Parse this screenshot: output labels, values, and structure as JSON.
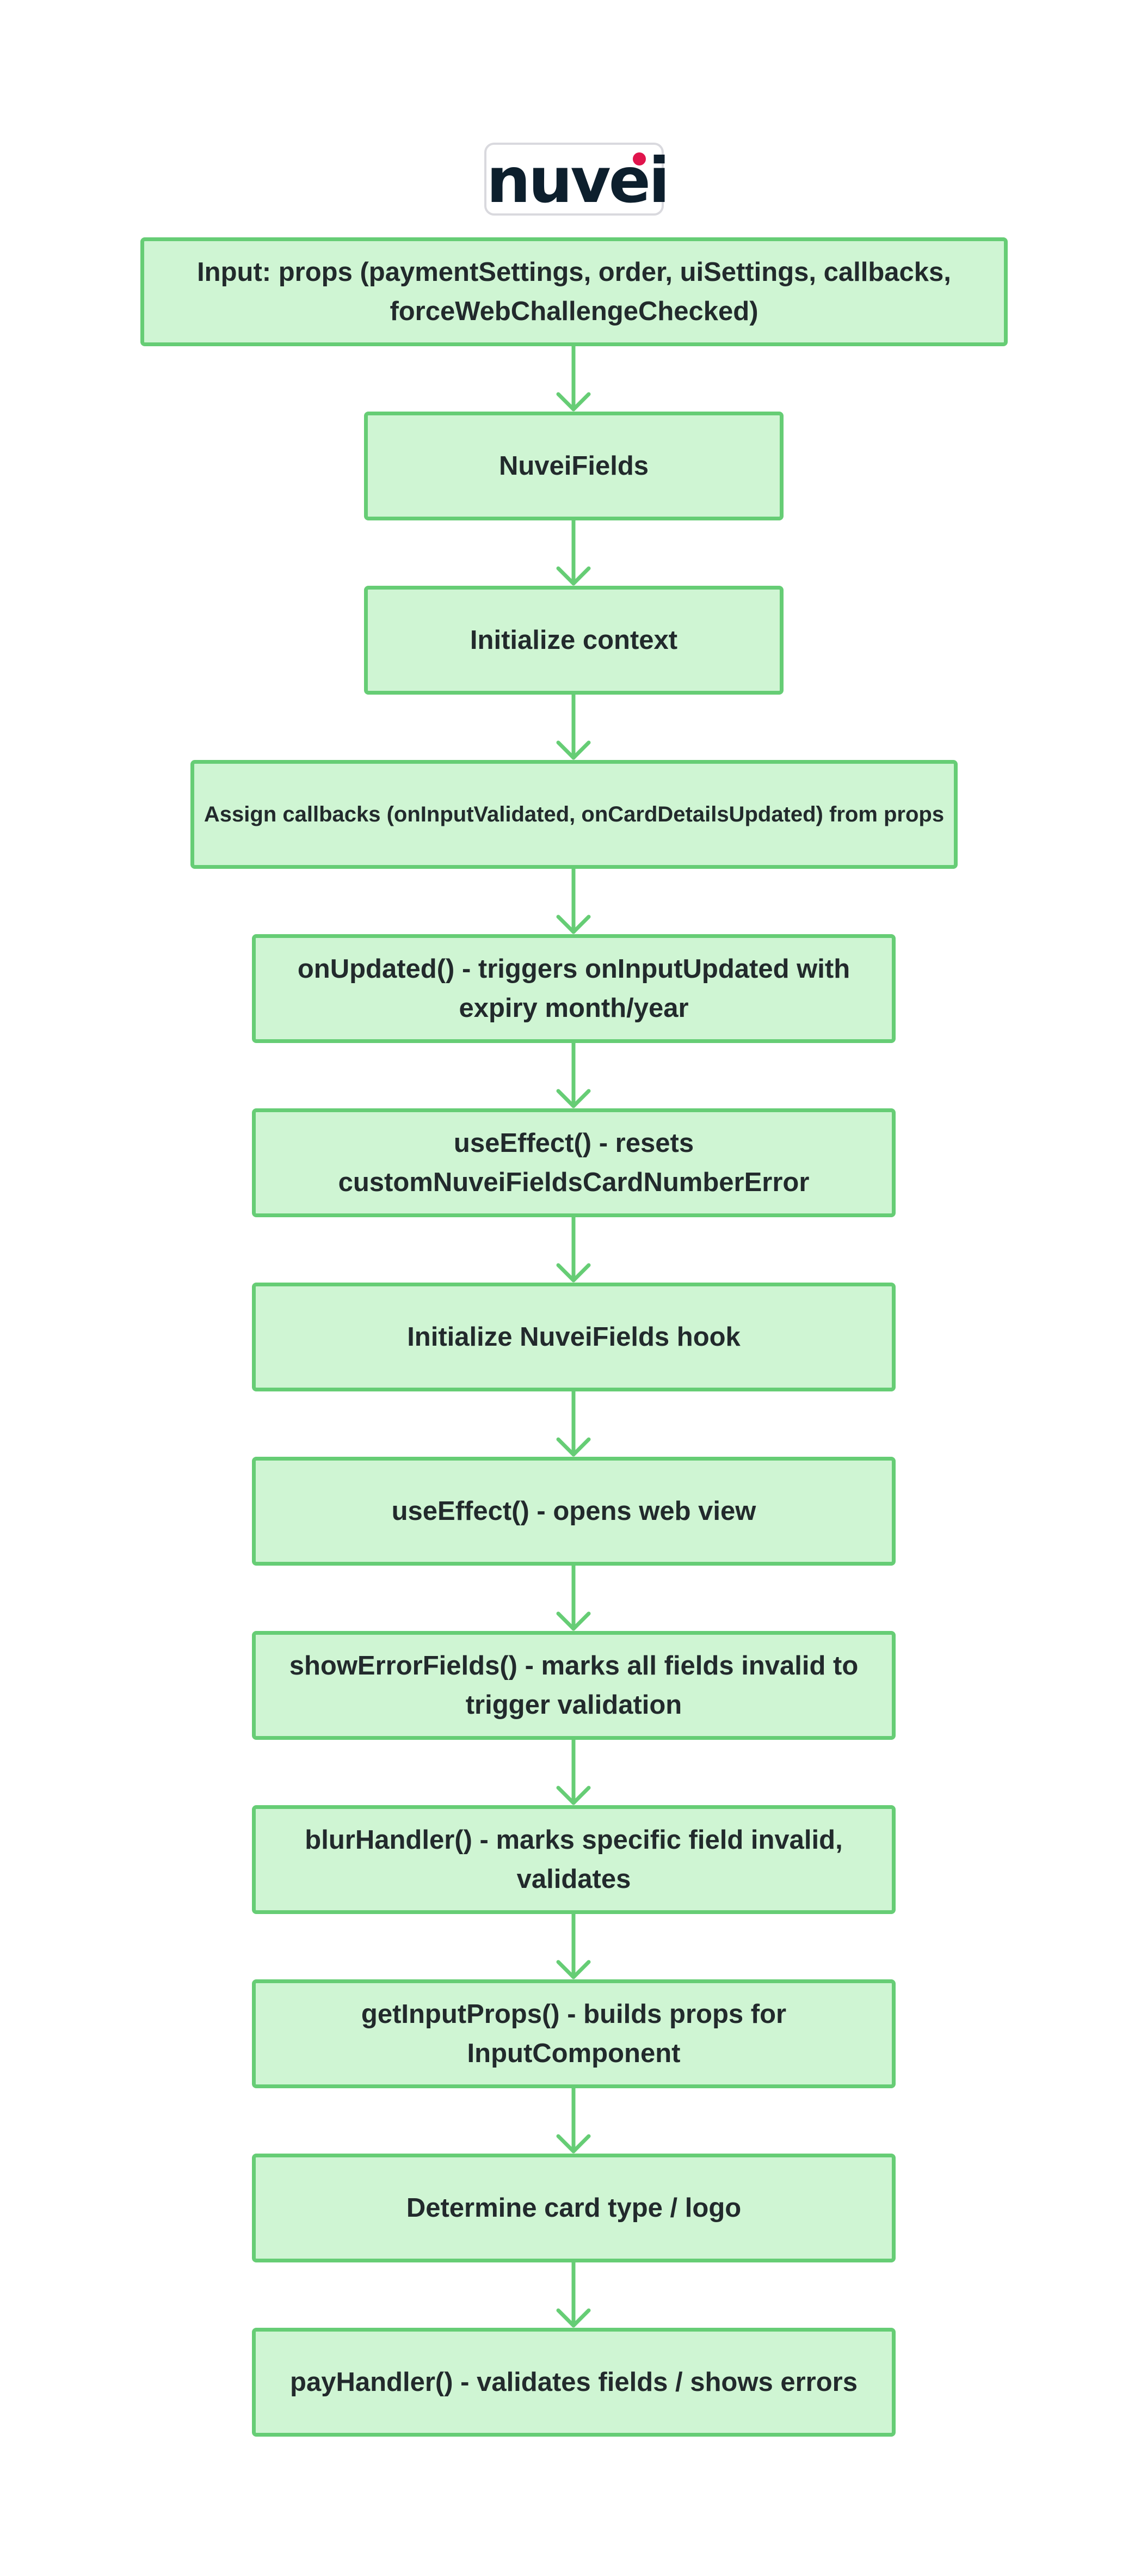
{
  "logo": {
    "text": "nuvei"
  },
  "colors": {
    "node_fill": "#cff5d3",
    "node_border": "#66cd75",
    "arrow": "#66cd75",
    "text": "#222a2c",
    "logo_text": "#0d1f2d",
    "logo_dot": "#e0144c"
  },
  "nodes": [
    {
      "label": "Input: props (paymentSettings, order, uiSettings, callbacks, forceWebChallengeChecked)"
    },
    {
      "label": "NuveiFields"
    },
    {
      "label": "Initialize context"
    },
    {
      "label": "Assign callbacks (onInputValidated, onCardDetailsUpdated) from props"
    },
    {
      "label": "onUpdated() - triggers onInputUpdated with expiry month/year"
    },
    {
      "label": "useEffect() - resets customNuveiFieldsCardNumberError"
    },
    {
      "label": "Initialize NuveiFields hook"
    },
    {
      "label": "useEffect() - opens web view"
    },
    {
      "label": "showErrorFields() - marks all fields invalid to trigger validation"
    },
    {
      "label": "blurHandler() - marks specific field invalid, validates"
    },
    {
      "label": "getInputProps() - builds props for InputComponent"
    },
    {
      "label": "Determine card type / logo"
    },
    {
      "label": "payHandler() - validates fields / shows errors"
    }
  ],
  "edges": [
    {
      "from": 0,
      "to": 1
    },
    {
      "from": 1,
      "to": 2
    },
    {
      "from": 2,
      "to": 3
    },
    {
      "from": 3,
      "to": 4
    },
    {
      "from": 4,
      "to": 5
    },
    {
      "from": 5,
      "to": 6
    },
    {
      "from": 6,
      "to": 7
    },
    {
      "from": 7,
      "to": 8
    },
    {
      "from": 8,
      "to": 9
    },
    {
      "from": 9,
      "to": 10
    },
    {
      "from": 10,
      "to": 11
    },
    {
      "from": 11,
      "to": 12
    }
  ]
}
